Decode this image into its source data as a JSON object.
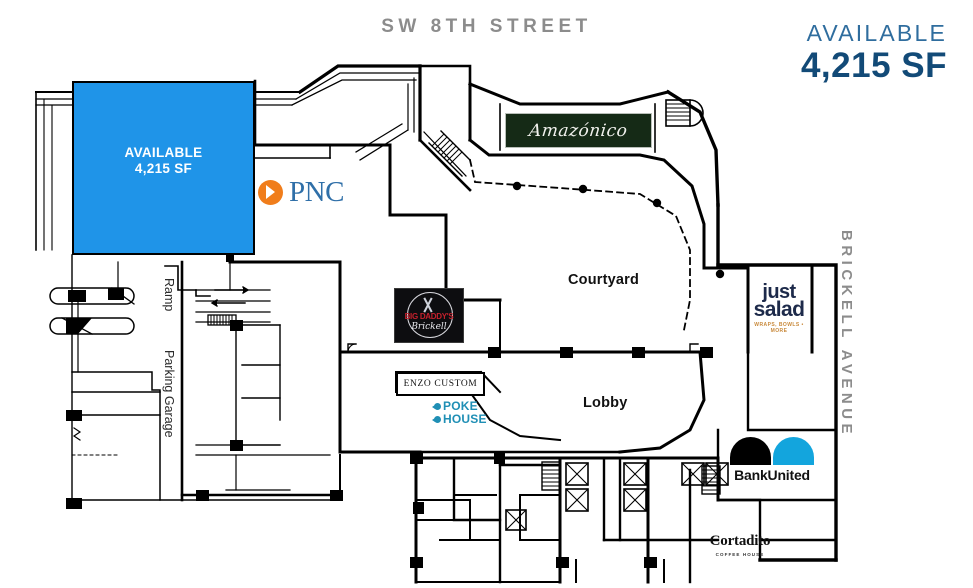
{
  "header": {
    "street_top": "SW 8TH STREET",
    "availability_word": "AVAILABLE",
    "availability_size": "4,215 SF",
    "accent_color": "#124a77"
  },
  "plan": {
    "street_right": "BRICKELL AVENUE",
    "available_suite": {
      "line1": "AVAILABLE",
      "line2": "4,215 SF",
      "fill_color": "#1f94e8",
      "text_color": "#ffffff"
    },
    "areas": [
      {
        "name": "courtyard",
        "label": "Courtyard"
      },
      {
        "name": "lobby",
        "label": "Lobby"
      },
      {
        "name": "ramp",
        "label": "Ramp"
      },
      {
        "name": "parking-garage",
        "label": "Parking Garage"
      }
    ],
    "tenants": [
      {
        "name": "pnc",
        "label": "PNC",
        "brand_color": "#2f6fa8",
        "mark_color": "#f07d1b"
      },
      {
        "name": "amazonico",
        "label": "Amazónico",
        "brand_color": "#152a16"
      },
      {
        "name": "just-salad",
        "label_1": "just",
        "label_2": "salad",
        "tagline": "WRAPS, BOWLS • MORE",
        "brand_color": "#1d2a4a"
      },
      {
        "name": "bankunited",
        "label": "BankUnited",
        "brand_color": "#13a5dd"
      },
      {
        "name": "enzo-custom",
        "label": "ENZO CUSTOM"
      },
      {
        "name": "poke-house",
        "label_1": "POKE",
        "label_2": "HOUSE",
        "brand_color": "#1f8fb5"
      },
      {
        "name": "bbq-restaurant",
        "label_1": "BIG DADDY'S",
        "label_2": "Brickell"
      },
      {
        "name": "cortadito",
        "label": "Cortadito",
        "tagline": "COFFEE HOUSE"
      }
    ]
  }
}
